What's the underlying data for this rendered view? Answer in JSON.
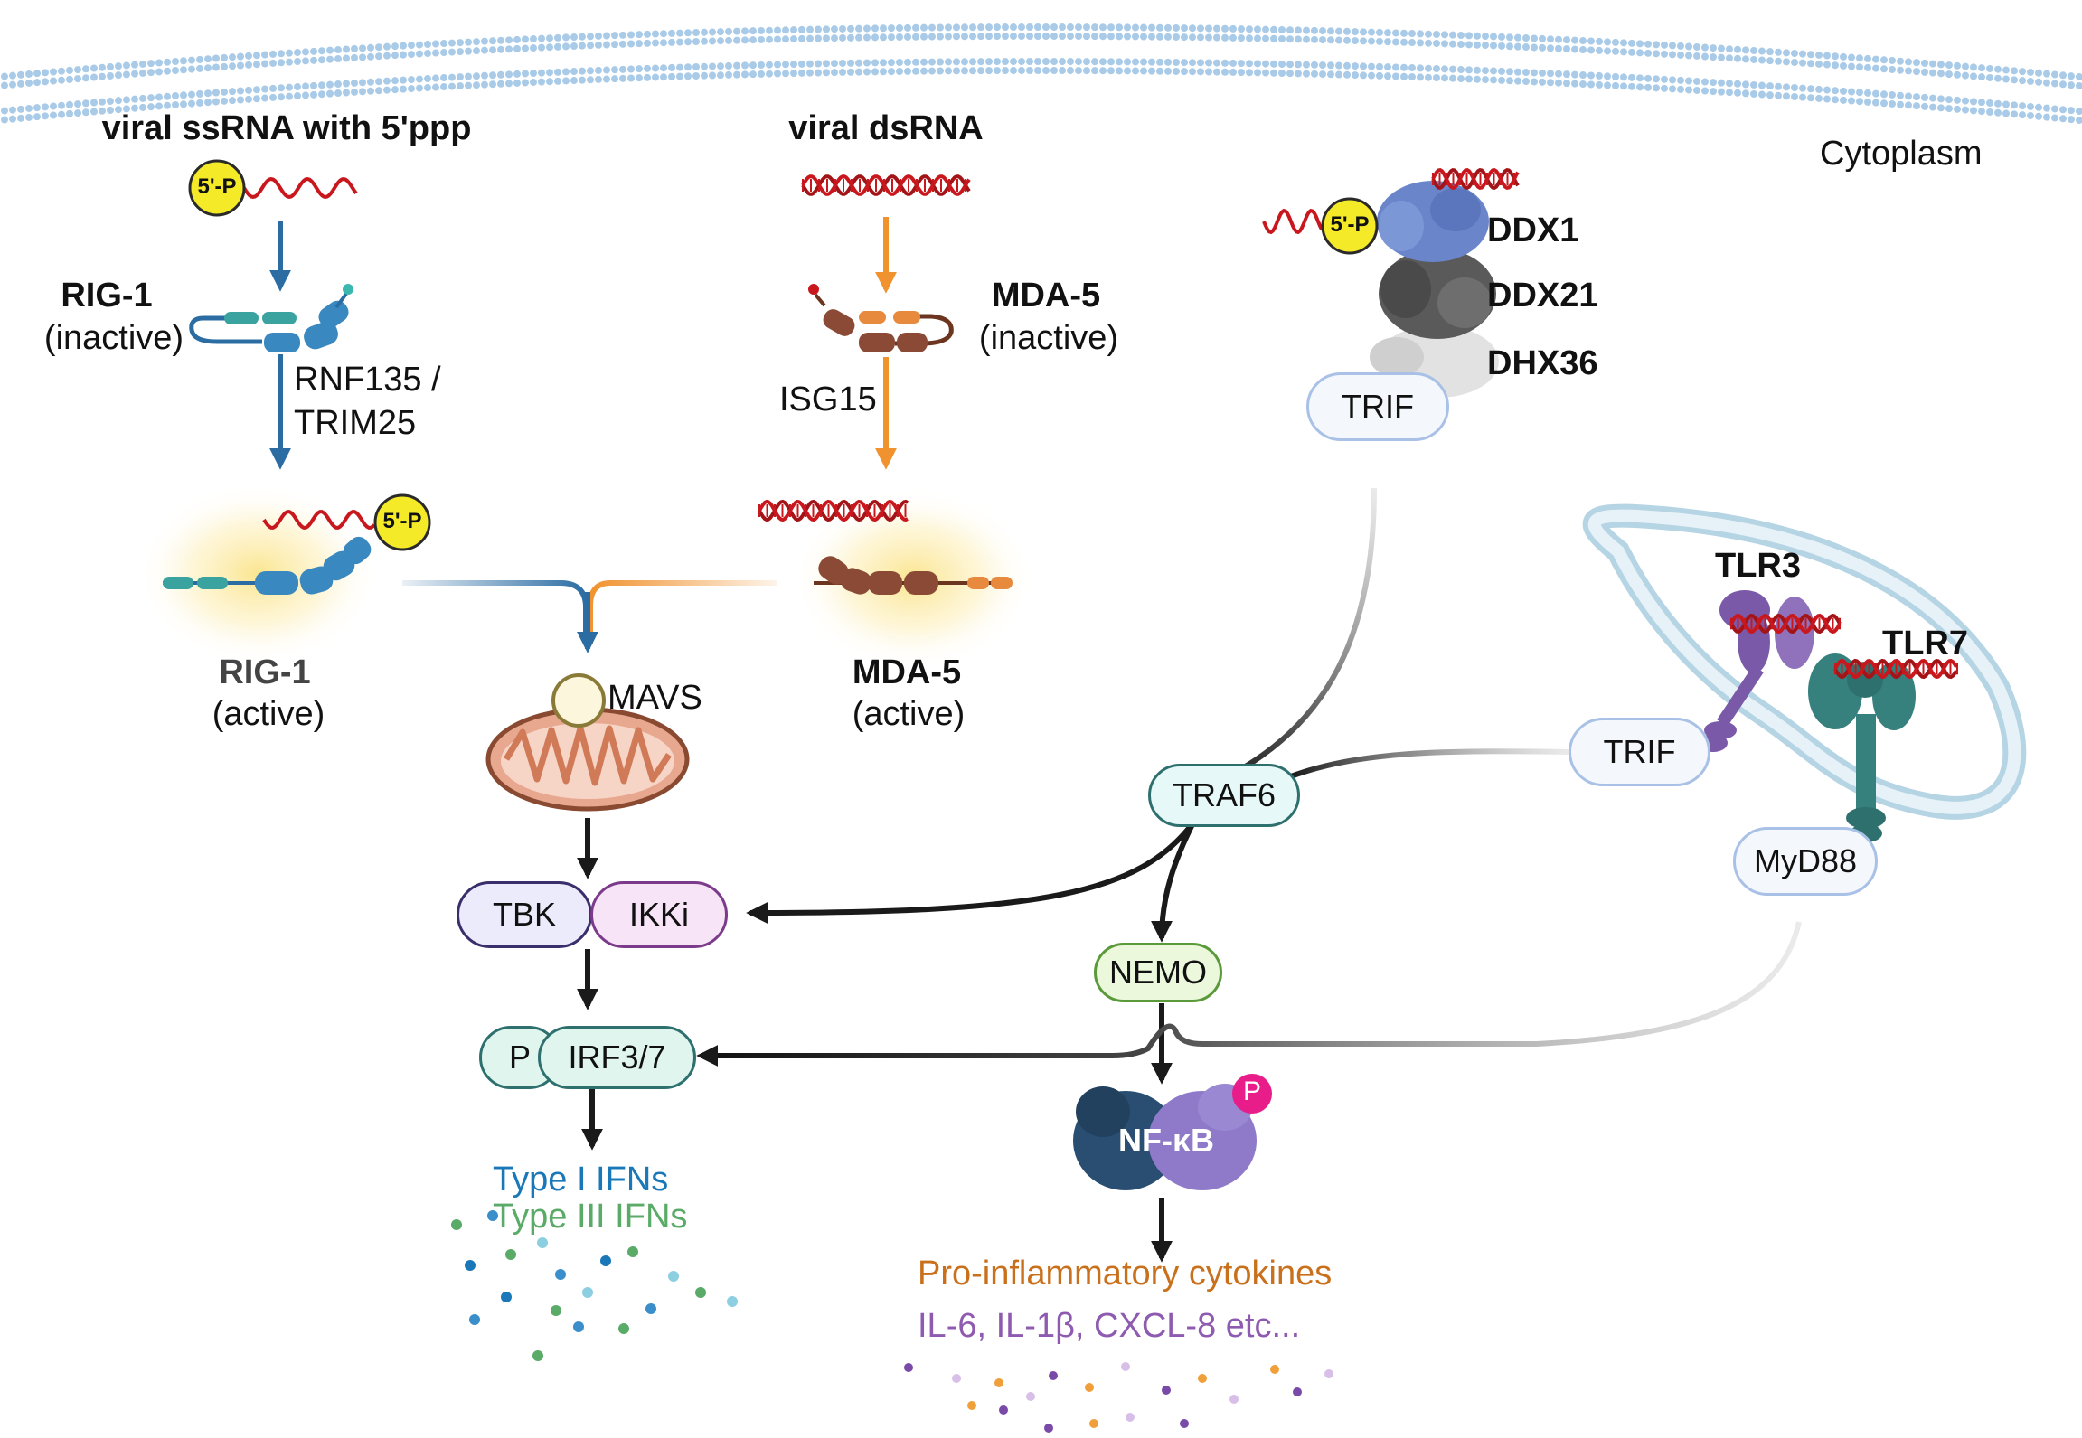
{
  "compartment": {
    "cytoplasm": "Cytoplasm"
  },
  "rig1_pathway": {
    "ligand_label": "viral ssRNA with 5'ppp",
    "cap_label": "5'-P",
    "cap_label_active": "5'-P",
    "inactive_name": "RIG-1",
    "inactive_state": "(inactive)",
    "activator_line1": "RNF135 /",
    "activator_line2": "TRIM25",
    "active_name": "RIG-1",
    "active_state": "(active)"
  },
  "mda5_pathway": {
    "ligand_label": "viral dsRNA",
    "inactive_name": "MDA-5",
    "inactive_state": "(inactive)",
    "activator": "ISG15",
    "active_name": "MDA-5",
    "active_state": "(active)"
  },
  "helicase_complex": {
    "cap_label": "5'-P",
    "ddx1": "DDX1",
    "ddx21": "DDX21",
    "dhx36": "DHX36",
    "adaptor": "TRIF"
  },
  "endosome": {
    "tlr3": "TLR3",
    "tlr7": "TLR7",
    "trif": "TRIF",
    "myd88": "MyD88"
  },
  "signaling": {
    "mavs": "MAVS",
    "traf6": "TRAF6",
    "tbk": "TBK",
    "ikki": "IKKi",
    "nemo": "NEMO",
    "p_label": "P",
    "irf": "IRF3/7",
    "nfkb": "NF-κB",
    "nfkb_p": "P"
  },
  "outputs": {
    "type1": "Type I IFNs",
    "type3": "Type III IFNs",
    "cytokines_title": "Pro-inflammatory cytokines",
    "cytokines_list": "IL-6, IL-1β, CXCL-8 etc..."
  },
  "colors": {
    "rig1_blue": "#2b6ca3",
    "mda5_orange": "#f0922e",
    "rna_red": "#c8181e",
    "cap_yellow": "#f4ea27",
    "traf_teal": "#e6f8f7",
    "tbk_purple": "#ecebfb",
    "ikki_pink": "#f7e4f7",
    "nemo_green": "#ebf8dc",
    "irf_teal": "#dff5ee",
    "type1_text": "#1a78b8",
    "type3_text": "#5aaa68",
    "cytokine_text": "#c9701c",
    "cytokine_list_text": "#8e5bb0",
    "nfkb_p_pink": "#e81d8a"
  }
}
